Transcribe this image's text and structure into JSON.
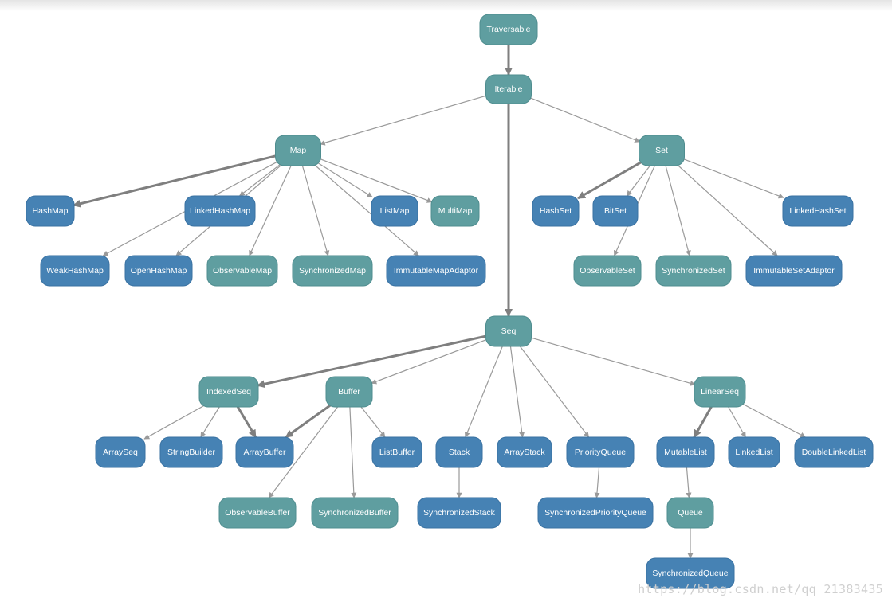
{
  "colors": {
    "trait_fill": "#5f9ea0",
    "trait_stroke": "#4f8d8f",
    "class_fill": "#4682b4",
    "class_stroke": "#3a72a2",
    "edge_thin": "#9a9a9a",
    "edge_thick": "#7f7f7f",
    "watermark": "#cfcfcf"
  },
  "legend_note": "teal = trait, blue = class",
  "nodes": [
    {
      "id": "traversable",
      "label": "Traversable",
      "kind": "trait"
    },
    {
      "id": "iterable",
      "label": "Iterable",
      "kind": "trait"
    },
    {
      "id": "map",
      "label": "Map",
      "kind": "trait"
    },
    {
      "id": "set",
      "label": "Set",
      "kind": "trait"
    },
    {
      "id": "hashmap",
      "label": "HashMap",
      "kind": "class"
    },
    {
      "id": "linkedhashmap",
      "label": "LinkedHashMap",
      "kind": "class"
    },
    {
      "id": "listmap",
      "label": "ListMap",
      "kind": "class"
    },
    {
      "id": "multimap",
      "label": "MultiMap",
      "kind": "trait"
    },
    {
      "id": "weakhashmap",
      "label": "WeakHashMap",
      "kind": "class"
    },
    {
      "id": "openhashmap",
      "label": "OpenHashMap",
      "kind": "class"
    },
    {
      "id": "observablemap",
      "label": "ObservableMap",
      "kind": "trait"
    },
    {
      "id": "synchronizedmap",
      "label": "SynchronizedMap",
      "kind": "trait"
    },
    {
      "id": "immutablemapadaptor",
      "label": "ImmutableMapAdaptor",
      "kind": "class"
    },
    {
      "id": "hashset",
      "label": "HashSet",
      "kind": "class"
    },
    {
      "id": "bitset",
      "label": "BitSet",
      "kind": "class"
    },
    {
      "id": "linkedhashset",
      "label": "LinkedHashSet",
      "kind": "class"
    },
    {
      "id": "observableset",
      "label": "ObservableSet",
      "kind": "trait"
    },
    {
      "id": "synchronizedset",
      "label": "SynchronizedSet",
      "kind": "trait"
    },
    {
      "id": "immutablesetadaptor",
      "label": "ImmutableSetAdaptor",
      "kind": "class"
    },
    {
      "id": "seq",
      "label": "Seq",
      "kind": "trait"
    },
    {
      "id": "indexedseq",
      "label": "IndexedSeq",
      "kind": "trait"
    },
    {
      "id": "buffer",
      "label": "Buffer",
      "kind": "trait"
    },
    {
      "id": "linearseq",
      "label": "LinearSeq",
      "kind": "trait"
    },
    {
      "id": "arrayseq",
      "label": "ArraySeq",
      "kind": "class"
    },
    {
      "id": "stringbuilder",
      "label": "StringBuilder",
      "kind": "class"
    },
    {
      "id": "arraybuffer",
      "label": "ArrayBuffer",
      "kind": "class"
    },
    {
      "id": "listbuffer",
      "label": "ListBuffer",
      "kind": "class"
    },
    {
      "id": "stack",
      "label": "Stack",
      "kind": "class"
    },
    {
      "id": "arraystack",
      "label": "ArrayStack",
      "kind": "class"
    },
    {
      "id": "priorityqueue",
      "label": "PriorityQueue",
      "kind": "class"
    },
    {
      "id": "mutablelist",
      "label": "MutableList",
      "kind": "class"
    },
    {
      "id": "linkedlist",
      "label": "LinkedList",
      "kind": "class"
    },
    {
      "id": "doublelinkedlist",
      "label": "DoubleLinkedList",
      "kind": "class"
    },
    {
      "id": "observablebuffer",
      "label": "ObservableBuffer",
      "kind": "trait"
    },
    {
      "id": "synchronizedbuffer",
      "label": "SynchronizedBuffer",
      "kind": "trait"
    },
    {
      "id": "synchronizedstack",
      "label": "SynchronizedStack",
      "kind": "class"
    },
    {
      "id": "synchronizedpriorityqueue",
      "label": "SynchronizedPriorityQueue",
      "kind": "class"
    },
    {
      "id": "queue",
      "label": "Queue",
      "kind": "trait"
    },
    {
      "id": "synchronizedqueue",
      "label": "SynchronizedQueue",
      "kind": "class"
    }
  ],
  "edges": [
    {
      "from": "traversable",
      "to": "iterable",
      "weight": "thick"
    },
    {
      "from": "iterable",
      "to": "map",
      "weight": "thin"
    },
    {
      "from": "iterable",
      "to": "set",
      "weight": "thin"
    },
    {
      "from": "iterable",
      "to": "seq",
      "weight": "thick"
    },
    {
      "from": "map",
      "to": "hashmap",
      "weight": "thick"
    },
    {
      "from": "map",
      "to": "weakhashmap",
      "weight": "thin"
    },
    {
      "from": "map",
      "to": "openhashmap",
      "weight": "thin"
    },
    {
      "from": "map",
      "to": "linkedhashmap",
      "weight": "thin"
    },
    {
      "from": "map",
      "to": "observablemap",
      "weight": "thin"
    },
    {
      "from": "map",
      "to": "synchronizedmap",
      "weight": "thin"
    },
    {
      "from": "map",
      "to": "immutablemapadaptor",
      "weight": "thin"
    },
    {
      "from": "map",
      "to": "listmap",
      "weight": "thin"
    },
    {
      "from": "map",
      "to": "multimap",
      "weight": "thin"
    },
    {
      "from": "set",
      "to": "hashset",
      "weight": "thick"
    },
    {
      "from": "set",
      "to": "bitset",
      "weight": "thin"
    },
    {
      "from": "set",
      "to": "observableset",
      "weight": "thin"
    },
    {
      "from": "set",
      "to": "synchronizedset",
      "weight": "thin"
    },
    {
      "from": "set",
      "to": "immutablesetadaptor",
      "weight": "thin"
    },
    {
      "from": "set",
      "to": "linkedhashset",
      "weight": "thin"
    },
    {
      "from": "seq",
      "to": "indexedseq",
      "weight": "thick"
    },
    {
      "from": "seq",
      "to": "buffer",
      "weight": "thin"
    },
    {
      "from": "seq",
      "to": "stack",
      "weight": "thin"
    },
    {
      "from": "seq",
      "to": "arraystack",
      "weight": "thin"
    },
    {
      "from": "seq",
      "to": "priorityqueue",
      "weight": "thin"
    },
    {
      "from": "seq",
      "to": "linearseq",
      "weight": "thin"
    },
    {
      "from": "indexedseq",
      "to": "arrayseq",
      "weight": "thin"
    },
    {
      "from": "indexedseq",
      "to": "stringbuilder",
      "weight": "thin"
    },
    {
      "from": "indexedseq",
      "to": "arraybuffer",
      "weight": "thick"
    },
    {
      "from": "buffer",
      "to": "arraybuffer",
      "weight": "thick"
    },
    {
      "from": "buffer",
      "to": "listbuffer",
      "weight": "thin"
    },
    {
      "from": "buffer",
      "to": "observablebuffer",
      "weight": "thin"
    },
    {
      "from": "buffer",
      "to": "synchronizedbuffer",
      "weight": "thin"
    },
    {
      "from": "stack",
      "to": "synchronizedstack",
      "weight": "thin"
    },
    {
      "from": "priorityqueue",
      "to": "synchronizedpriorityqueue",
      "weight": "thin"
    },
    {
      "from": "linearseq",
      "to": "mutablelist",
      "weight": "thick"
    },
    {
      "from": "linearseq",
      "to": "linkedlist",
      "weight": "thin"
    },
    {
      "from": "linearseq",
      "to": "doublelinkedlist",
      "weight": "thin"
    },
    {
      "from": "mutablelist",
      "to": "queue",
      "weight": "thin"
    },
    {
      "from": "queue",
      "to": "synchronizedqueue",
      "weight": "thin"
    }
  ],
  "watermark": "https://blog.csdn.net/qq_21383435"
}
